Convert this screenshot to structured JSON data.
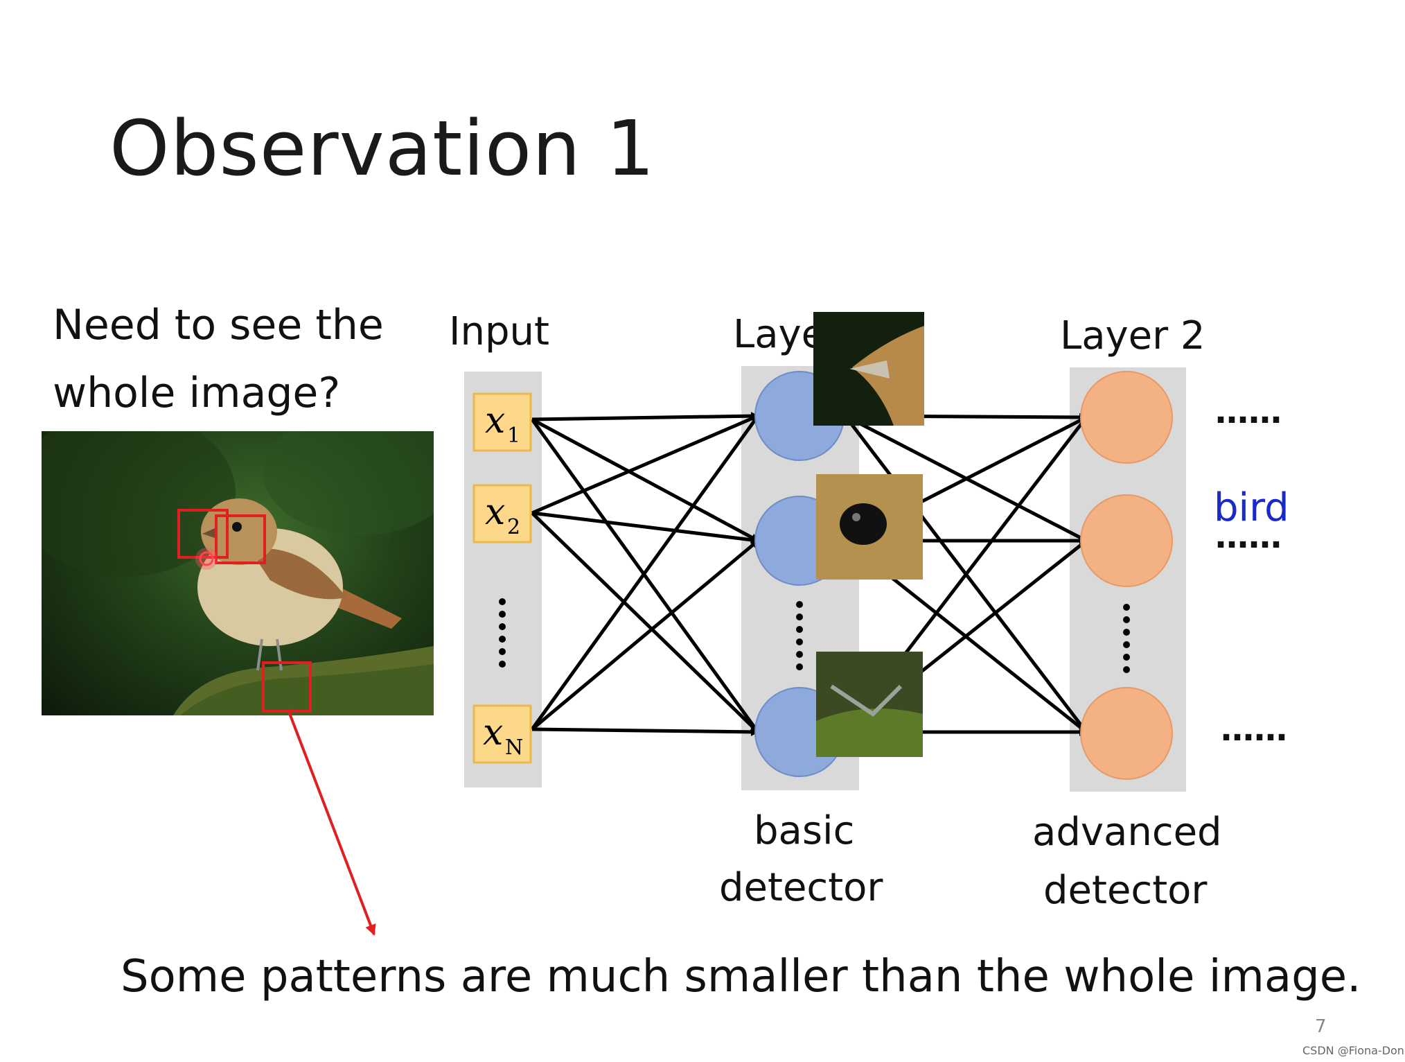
{
  "slide": {
    "title": "Observation 1",
    "question_line1": "Need to see the",
    "question_line2": "whole image?",
    "caption": "Some patterns are much smaller than the whole image.",
    "page_number": "7",
    "watermark": "CSDN @Fiona-Dong"
  },
  "network": {
    "input_label": "Input",
    "layer1_label": "Layer 1",
    "layer2_label": "Layer 2",
    "input_nodes": [
      "x",
      "x",
      "x"
    ],
    "input_subscripts": [
      "1",
      "2",
      "N"
    ],
    "layer1_caption_line1": "basic",
    "layer1_caption_line2": "detector",
    "layer2_caption_line1": "advanced",
    "layer2_caption_line2": "detector",
    "output_top": "……",
    "output_mid_label": "bird",
    "output_mid": "……",
    "output_bottom": "……"
  },
  "colors": {
    "input_box": "#fdd78a",
    "input_border": "#e9b94e",
    "layer1_node": "#8ea9db",
    "layer2_node": "#f4b183",
    "column_bg": "#d9d9d9",
    "highlight": "#e02020",
    "bird_text": "#1a2ac8"
  }
}
